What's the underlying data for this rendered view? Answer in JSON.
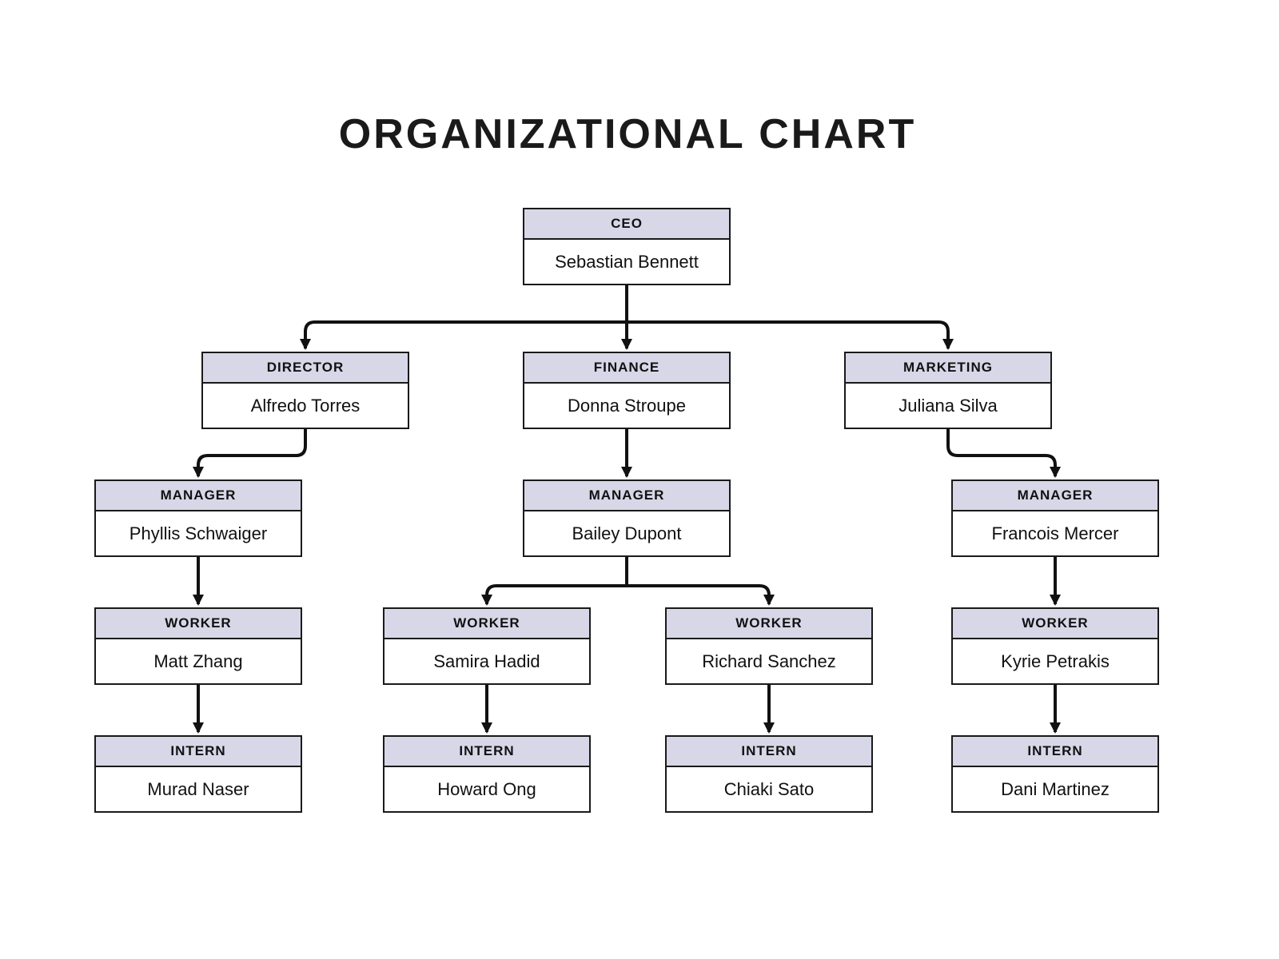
{
  "title": "ORGANIZATIONAL CHART",
  "colors": {
    "background": "#ffffff",
    "header_fill": "#d8d7e8",
    "border": "#1a1a1a",
    "connector": "#111111",
    "text": "#111111"
  },
  "nodes": {
    "ceo": {
      "role": "CEO",
      "name": "Sebastian Bennett"
    },
    "director": {
      "role": "DIRECTOR",
      "name": "Alfredo Torres"
    },
    "finance": {
      "role": "FINANCE",
      "name": "Donna Stroupe"
    },
    "marketing": {
      "role": "MARKETING",
      "name": "Juliana Silva"
    },
    "manager_director": {
      "role": "MANAGER",
      "name": "Phyllis Schwaiger"
    },
    "manager_finance": {
      "role": "MANAGER",
      "name": "Bailey Dupont"
    },
    "manager_marketing": {
      "role": "MANAGER",
      "name": "Francois Mercer"
    },
    "worker_director": {
      "role": "WORKER",
      "name": "Matt Zhang"
    },
    "worker_finance_1": {
      "role": "WORKER",
      "name": "Samira Hadid"
    },
    "worker_finance_2": {
      "role": "WORKER",
      "name": "Richard Sanchez"
    },
    "worker_marketing": {
      "role": "WORKER",
      "name": "Kyrie Petrakis"
    },
    "intern_director": {
      "role": "INTERN",
      "name": "Murad Naser"
    },
    "intern_finance_1": {
      "role": "INTERN",
      "name": "Howard Ong"
    },
    "intern_finance_2": {
      "role": "INTERN",
      "name": "Chiaki Sato"
    },
    "intern_marketing": {
      "role": "INTERN",
      "name": "Dani Martinez"
    }
  },
  "edges": [
    {
      "from": "ceo",
      "to": "director"
    },
    {
      "from": "ceo",
      "to": "finance"
    },
    {
      "from": "ceo",
      "to": "marketing"
    },
    {
      "from": "director",
      "to": "manager_director"
    },
    {
      "from": "finance",
      "to": "manager_finance"
    },
    {
      "from": "marketing",
      "to": "manager_marketing"
    },
    {
      "from": "manager_director",
      "to": "worker_director"
    },
    {
      "from": "manager_finance",
      "to": "worker_finance_1"
    },
    {
      "from": "manager_finance",
      "to": "worker_finance_2"
    },
    {
      "from": "manager_marketing",
      "to": "worker_marketing"
    },
    {
      "from": "worker_director",
      "to": "intern_director"
    },
    {
      "from": "worker_finance_1",
      "to": "intern_finance_1"
    },
    {
      "from": "worker_finance_2",
      "to": "intern_finance_2"
    },
    {
      "from": "worker_marketing",
      "to": "intern_marketing"
    }
  ]
}
